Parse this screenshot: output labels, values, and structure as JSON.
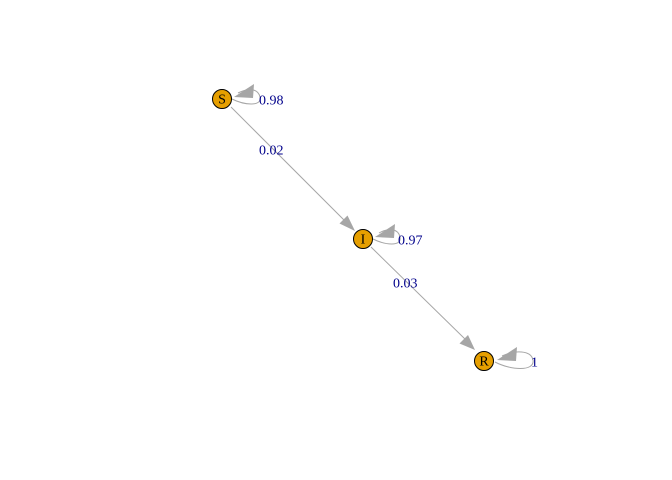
{
  "diagram": {
    "type": "markov-chain",
    "colors": {
      "node_fill": "#e69f00",
      "node_stroke": "#000000",
      "edge": "#a6a6a6",
      "edge_label": "#00008b"
    },
    "nodes": [
      {
        "id": "S",
        "label": "S"
      },
      {
        "id": "I",
        "label": "I"
      },
      {
        "id": "R",
        "label": "R"
      }
    ],
    "edges": [
      {
        "from": "S",
        "to": "S",
        "label": "0.98"
      },
      {
        "from": "S",
        "to": "I",
        "label": "0.02"
      },
      {
        "from": "I",
        "to": "I",
        "label": "0.97"
      },
      {
        "from": "I",
        "to": "R",
        "label": "0.03"
      },
      {
        "from": "R",
        "to": "R",
        "label": "1"
      }
    ]
  }
}
